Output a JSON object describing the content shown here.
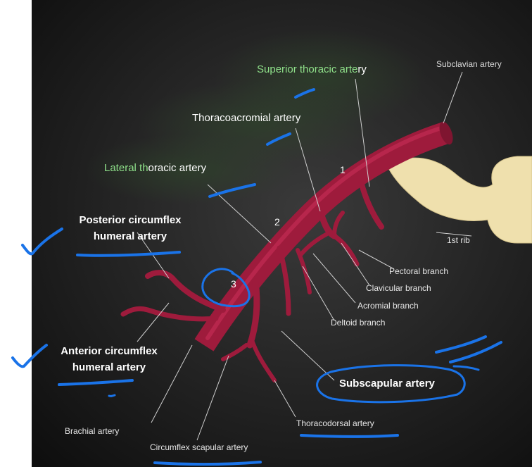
{
  "labels": {
    "superior_thoracic_prefix": "Superior thoracic arte",
    "superior_thoracic_suffix": "ry",
    "subclavian": "Subclavian artery",
    "thoracoacromial": "Thoracoacromial artery",
    "lateral_thoracic_prefix": "Lateral th",
    "lateral_thoracic_suffix": "oracic artery",
    "posterior_circumflex_line1": "Posterior circumflex",
    "posterior_circumflex_line2": "humeral artery",
    "first_rib": "1st rib",
    "pectoral_branch": "Pectoral branch",
    "clavicular_branch": "Clavicular branch",
    "acromial_branch": "Acromial branch",
    "deltoid_branch": "Deltoid branch",
    "anterior_circumflex_line1": "Anterior circumflex",
    "anterior_circumflex_line2": "humeral artery",
    "subscapular": "Subscapular artery",
    "thoracodorsal": "Thoracodorsal artery",
    "brachial": "Brachial artery",
    "circumflex_scapular": "Circumflex scapular artery"
  },
  "part_numbers": {
    "first": "1",
    "second": "2",
    "third": "3"
  },
  "colors": {
    "artery": "#9e1b3c",
    "artery_highlight": "#c22b52",
    "rib": "#efe0ad",
    "leader_line": "#cfcfcf",
    "annotation_ink": "#1a73e8",
    "green_text": "#8fe08a"
  }
}
